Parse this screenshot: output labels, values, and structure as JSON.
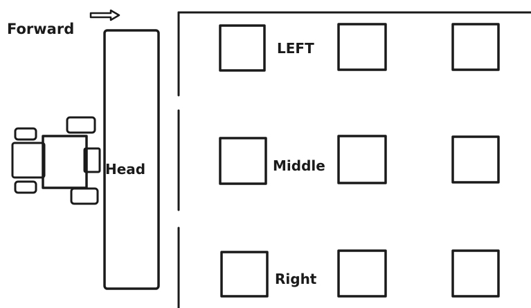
{
  "labels": {
    "forward": "Forward",
    "head": "Head",
    "left": "LEFT",
    "middle": "Middle",
    "right": "Right"
  },
  "grid": {
    "rows": 3,
    "columns": 3
  }
}
